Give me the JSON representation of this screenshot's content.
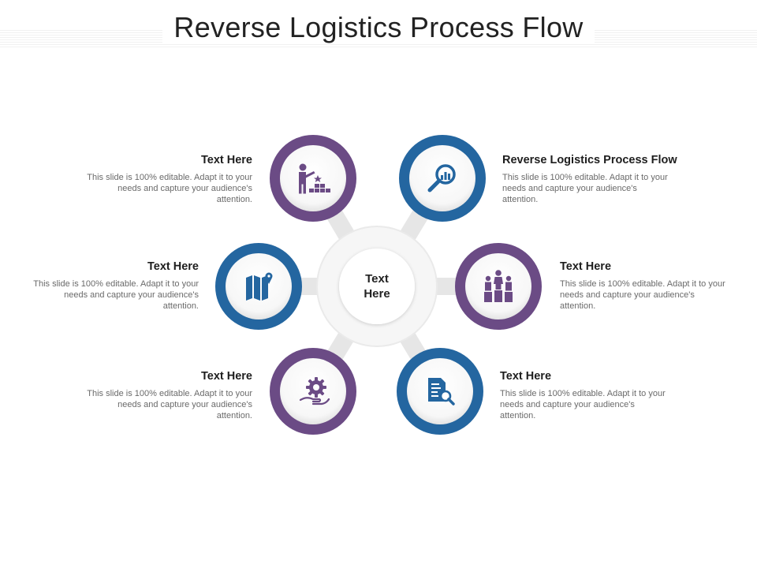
{
  "title": "Reverse Logistics Process Flow",
  "center": {
    "line1": "Text",
    "line2": "Here"
  },
  "colors": {
    "purple": "#6b4b85",
    "blue": "#2466a0",
    "connector": "#e6e6e6",
    "ring_bg": "#eeeeee"
  },
  "nodes": [
    {
      "icon": "presenter-chart-icon",
      "color": "purple",
      "heading": "Text Here",
      "text": "This slide is 100% editable. Adapt it to your needs and capture your audience's attention."
    },
    {
      "icon": "magnifier-chart-icon",
      "color": "blue",
      "heading": "Reverse Logistics Process Flow",
      "text": "This slide is 100% editable. Adapt it to your needs and capture your audience's attention."
    },
    {
      "icon": "map-location-icon",
      "color": "blue",
      "heading": "Text Here",
      "text": "This slide is 100% editable. Adapt it to your needs and capture your audience's attention."
    },
    {
      "icon": "podium-people-icon",
      "color": "purple",
      "heading": "Text Here",
      "text": "This slide is 100% editable. Adapt it to your needs and capture your audience's attention."
    },
    {
      "icon": "gear-hand-icon",
      "color": "purple",
      "heading": "Text Here",
      "text": "This slide is 100% editable. Adapt it to your needs and capture your audience's attention."
    },
    {
      "icon": "document-search-icon",
      "color": "blue",
      "heading": "Text Here",
      "text": "This slide is 100% editable. Adapt it to your needs and capture your audience's attention."
    }
  ]
}
